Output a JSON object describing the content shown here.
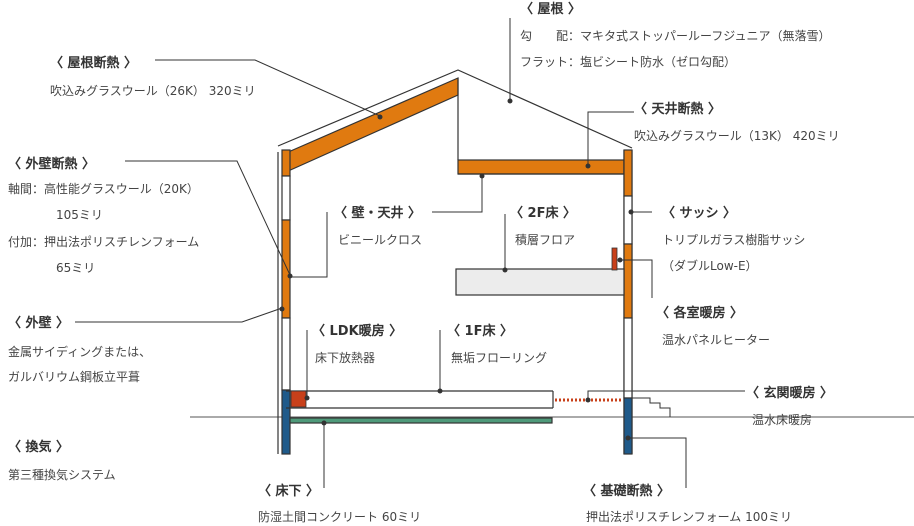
{
  "labels": {
    "roof": {
      "title": "〈 屋根 〉",
      "lines": [
        "勾　　配：マキタ式ストッパールーフジュニア（無落雪）",
        "フラット：塩ビシート防水（ゼロ勾配）"
      ]
    },
    "roof_insulation": {
      "title": "〈 屋根断熱 〉",
      "lines": [
        "吹込みグラスウール（26K） 320ミリ"
      ]
    },
    "ceiling_insulation": {
      "title": "〈 天井断熱 〉",
      "lines": [
        "吹込みグラスウール（13K） 420ミリ"
      ]
    },
    "wall_insulation": {
      "title": "〈 外壁断熱 〉",
      "lines": [
        "軸間：高性能グラスウール（20K）",
        "105ミリ",
        "付加：押出法ポリスチレンフォーム",
        "65ミリ"
      ]
    },
    "interior": {
      "title": "〈 壁・天井 〉",
      "lines": [
        "ビニールクロス"
      ]
    },
    "floor2": {
      "title": "〈 2F床 〉",
      "lines": [
        "積層フロア"
      ]
    },
    "sash": {
      "title": "〈 サッシ 〉",
      "lines": [
        "トリプルガラス樹脂サッシ",
        "（ダブルLow-E）"
      ]
    },
    "room_heating": {
      "title": "〈 各室暖房 〉",
      "lines": [
        "温水パネルヒーター"
      ]
    },
    "exterior_wall": {
      "title": "〈 外壁 〉",
      "lines": [
        "金属サイディングまたは、",
        "ガルバリウム鋼板立平葺"
      ]
    },
    "ldk_heating": {
      "title": "〈 LDK暖房 〉",
      "lines": [
        "床下放熱器"
      ]
    },
    "floor1": {
      "title": "〈 1F床 〉",
      "lines": [
        "無垢フローリング"
      ]
    },
    "entrance_heating": {
      "title": "〈 玄関暖房 〉",
      "lines": [
        "温水床暖房"
      ]
    },
    "ventilation": {
      "title": "〈 換気 〉",
      "lines": [
        "第三種換気システム"
      ]
    },
    "underfloor": {
      "title": "〈 床下 〉",
      "lines": [
        "防湿土間コンクリート 60ミリ"
      ]
    },
    "foundation_insulation": {
      "title": "〈 基礎断熱 〉",
      "lines": [
        "押出法ポリスチレンフォーム 100ミリ"
      ]
    }
  },
  "colors": {
    "insulation": "#e07a10",
    "foundation_insulation": "#1f5a8a",
    "slab": "#4f9a7a",
    "heater": "#c8401a",
    "line": "#333333",
    "window": "#ffffff",
    "floor_board": "#ececec"
  }
}
